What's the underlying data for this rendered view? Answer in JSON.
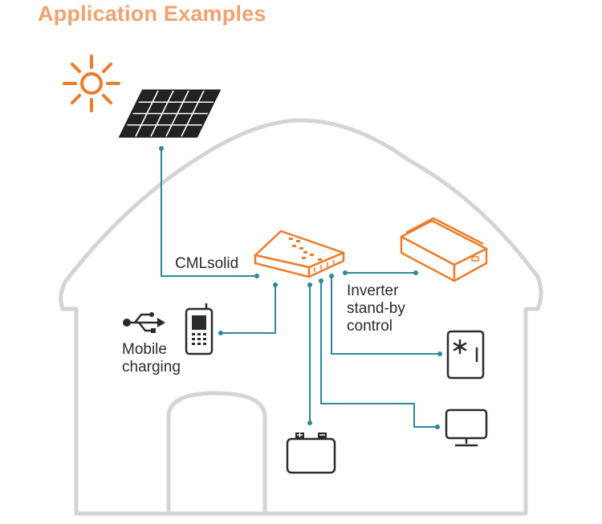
{
  "title": "Application Examples",
  "labels": {
    "controller": "CMLsolid",
    "inverter": [
      "Inverter",
      "stand-by",
      "control"
    ],
    "mobile": [
      "Mobile",
      "charging"
    ]
  },
  "colors": {
    "accent": "#ec7b2a",
    "title": "#f0a270",
    "wire": "#2a8a9c",
    "house": "#d4d4d4",
    "device": "#2b2b2b"
  }
}
